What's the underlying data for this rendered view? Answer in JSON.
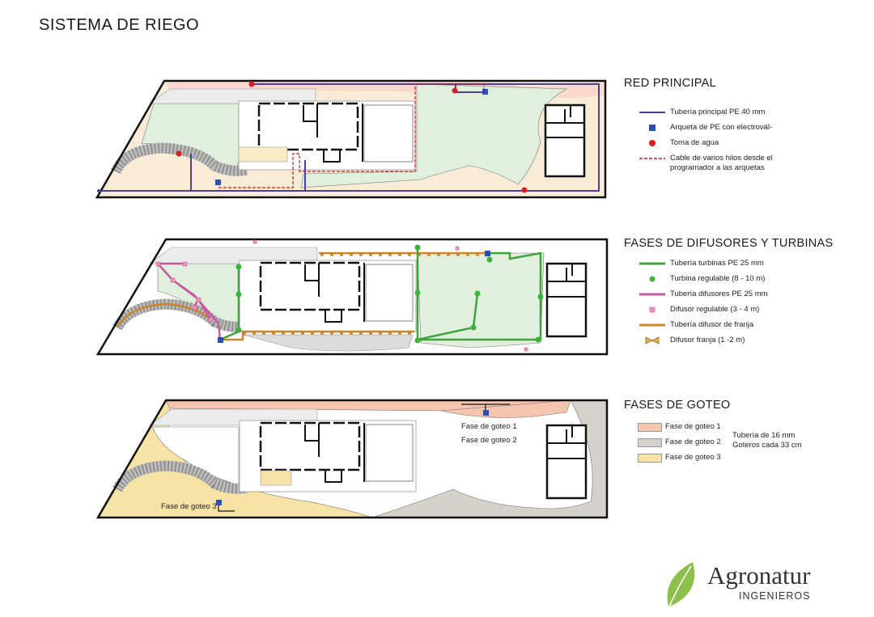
{
  "page": {
    "title": "SISTEMA DE RIEGO"
  },
  "sections": {
    "red_principal": {
      "title": "RED PRINCIPAL",
      "legend": [
        {
          "symbol": "purple-line",
          "label": "Tubería principal  PE 40 mm"
        },
        {
          "symbol": "blue-square",
          "label": "Arqueta de PE con electroväl-"
        },
        {
          "symbol": "red-dot",
          "label": "Toma de agua"
        },
        {
          "symbol": "red-dashed-line",
          "label": "Cable de varios hilos desde el"
        },
        {
          "symbol": "none",
          "label": "programador a las arquetas"
        }
      ]
    },
    "difusores_turbinas": {
      "title": "FASES DE DIFUSORES Y TURBINAS",
      "legend": [
        {
          "symbol": "green-line",
          "label": "Tubería turbinas PE 25 mm"
        },
        {
          "symbol": "green-dot",
          "label": "Turbina regulable (8 - 10 m)"
        },
        {
          "symbol": "pink-line",
          "label": "Tubería difusores PE 25 mm"
        },
        {
          "symbol": "pink-square",
          "label": "Difusor regulable (3 - 4 m)"
        },
        {
          "symbol": "orange-line",
          "label": "Tubería difusor de franja"
        },
        {
          "symbol": "bowtie",
          "label": "Difusor franja (1 -2 m)"
        }
      ]
    },
    "goteo": {
      "title": "FASES DE GOTEO",
      "legend": [
        {
          "symbol": "swatch-salmon",
          "label": "Fase de goteo 1"
        },
        {
          "symbol": "swatch-grey",
          "label": "Fase de goteo 2"
        },
        {
          "symbol": "swatch-yellow",
          "label": "Fase de goteo 3"
        }
      ],
      "note_line1": "Tubería de 16 mm",
      "note_line2": "Goteros cada 33 cm",
      "plan_labels": {
        "fase1": "Fase de goteo 1",
        "fase2": "Fase de goteo 2",
        "fase3": "Fase de goteo 3"
      }
    }
  },
  "logo": {
    "name": "Agronatur",
    "subtitle": "INGENIEROS"
  },
  "colors": {
    "main_pipe": "#4a3f9a",
    "valve_box": "#2a4fb5",
    "water_tap": "#d81e1e",
    "cable": "#c21d1d",
    "turbine_pipe": "#3fa23b",
    "turbine": "#3cb43c",
    "diffuser_pipe": "#c85aa0",
    "diffuser": "#e79ab8",
    "strip_pipe": "#c8862e",
    "lawn": "#e0f0dc",
    "beige": "#f8ecd9",
    "pink_strip": "#f8d8cf",
    "drip1": "#f5c5b0",
    "drip2": "#d6d1c9",
    "drip3": "#f8e3a6",
    "leaf": "#8cc04a"
  }
}
